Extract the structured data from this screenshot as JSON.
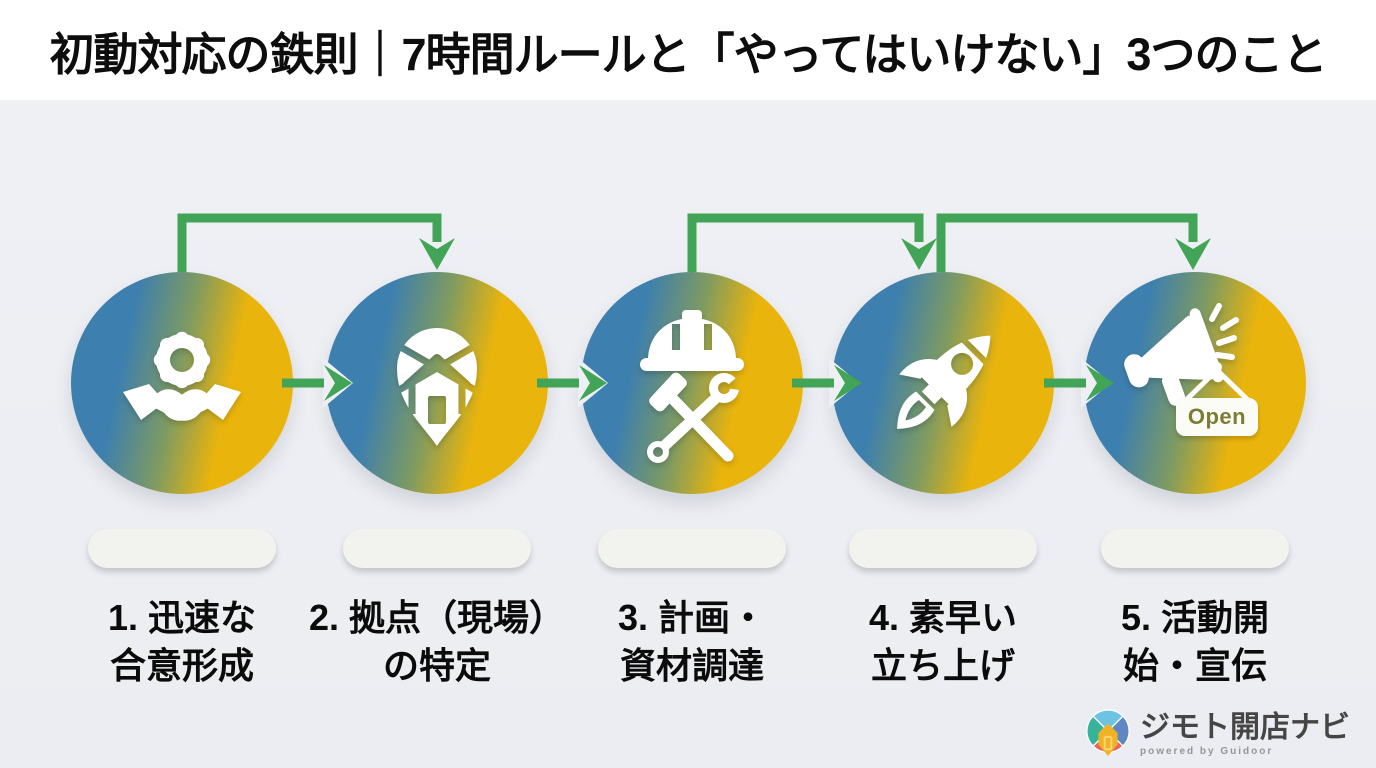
{
  "title": "初動対応の鉄則｜7時間ルールと「やってはいけない」3つのこと",
  "steps": [
    {
      "icon": "gear-handshake-icon",
      "line1": "1. 迅速な",
      "line2": "合意形成"
    },
    {
      "icon": "map-pin-house-icon",
      "line1": "2. 拠点（現場）",
      "line2": "の特定"
    },
    {
      "icon": "helmet-tools-icon",
      "line1": "3. 計画・",
      "line2": "資材調達"
    },
    {
      "icon": "rocket-icon",
      "line1": "4. 素早い",
      "line2": "立ち上げ"
    },
    {
      "icon": "megaphone-icon",
      "line1": "5. 活動開",
      "line2": "始・宣伝"
    }
  ],
  "open_sign": {
    "label": "Open"
  },
  "logo": {
    "name": "ジモト開店ナビ",
    "sub": "powered by Guidoor"
  },
  "colors": {
    "arrow_green": "#41a456",
    "circle_blue": "#3d7fae",
    "circle_yellow": "#e9b40c",
    "background": "#edeff4",
    "title_bg": "#ffffff",
    "open_text": "#7d7c33"
  }
}
